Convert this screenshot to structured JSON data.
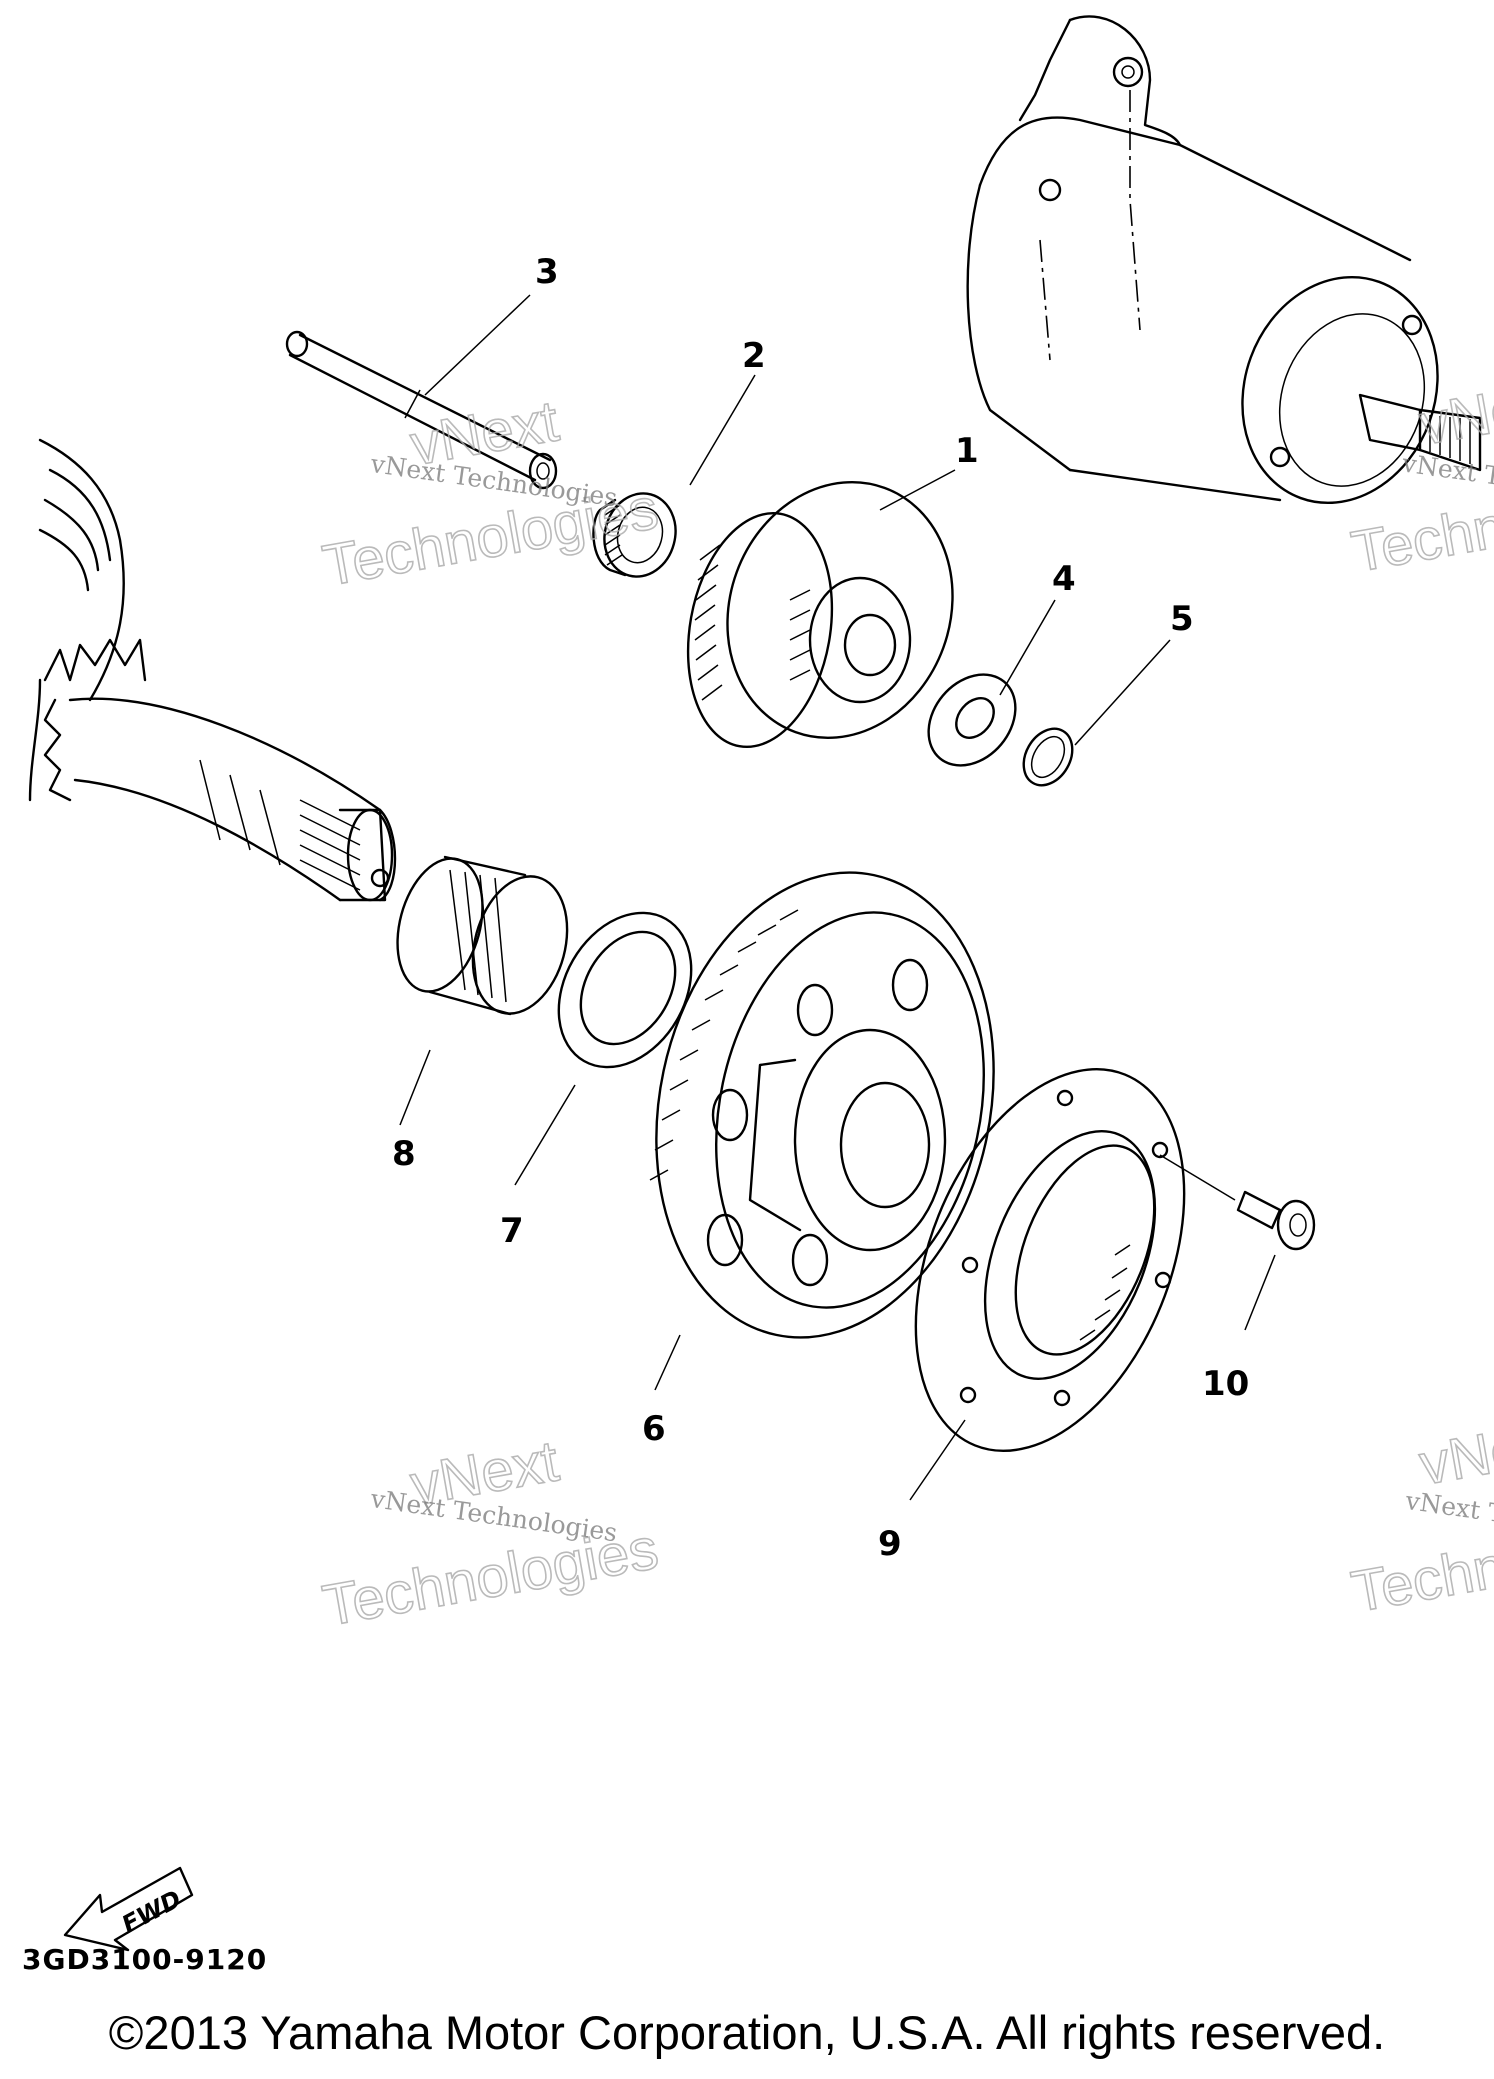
{
  "diagram": {
    "code": "3GD3100-9120",
    "copyright": "©2013 Yamaha Motor Corporation, U.S.A. All rights reserved.",
    "fwd_label": "FWD",
    "callouts": [
      {
        "label": "1"
      },
      {
        "label": "2"
      },
      {
        "label": "3"
      },
      {
        "label": "4"
      },
      {
        "label": "5"
      },
      {
        "label": "6"
      },
      {
        "label": "7"
      },
      {
        "label": "8"
      },
      {
        "label": "9"
      },
      {
        "label": "10"
      }
    ]
  },
  "watermark": {
    "small": "vNext Technologies",
    "large_top": "vNext",
    "large_bottom": "Technologies"
  }
}
